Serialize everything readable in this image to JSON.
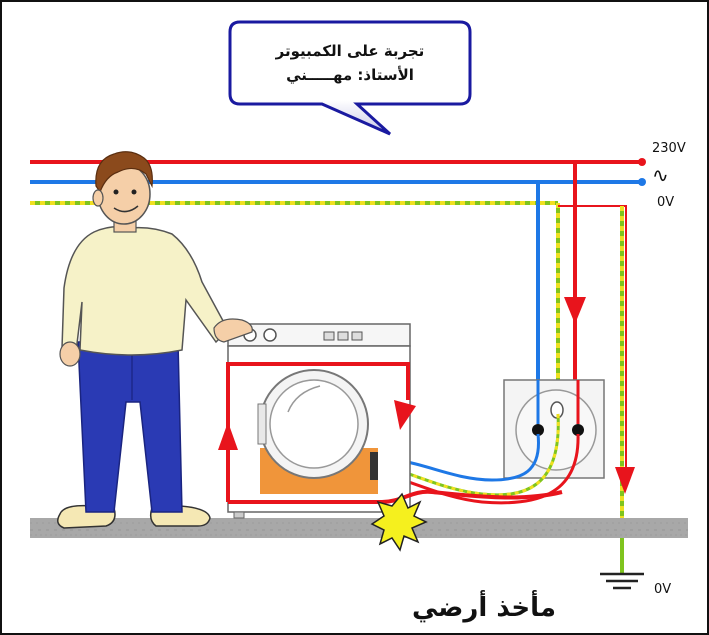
{
  "bubble": {
    "line1": "تجربة على الكمبيوتر",
    "line2": "الأستاذ: مهـــــني"
  },
  "labels": {
    "v230": "230V",
    "ac_symbol": "∿",
    "v0_top": "0V",
    "v0_ground": "0V"
  },
  "caption": "مأخذ أرضي",
  "colors": {
    "live": "#e8141c",
    "neutral": "#1e78e6",
    "earth_green": "#7fc41e",
    "earth_yellow": "#f0e020",
    "arrow": "#e8141c",
    "bubble_fill": "#ffffff",
    "bubble_border": "#1a1aa0",
    "floor": "#a8a8a8",
    "shirt": "#f6f2c8",
    "jeans": "#2a3ab4",
    "skin": "#f5cfa8",
    "hair": "#8b4a1c",
    "drum": "#f0953a",
    "spark": "#f5f01e"
  }
}
